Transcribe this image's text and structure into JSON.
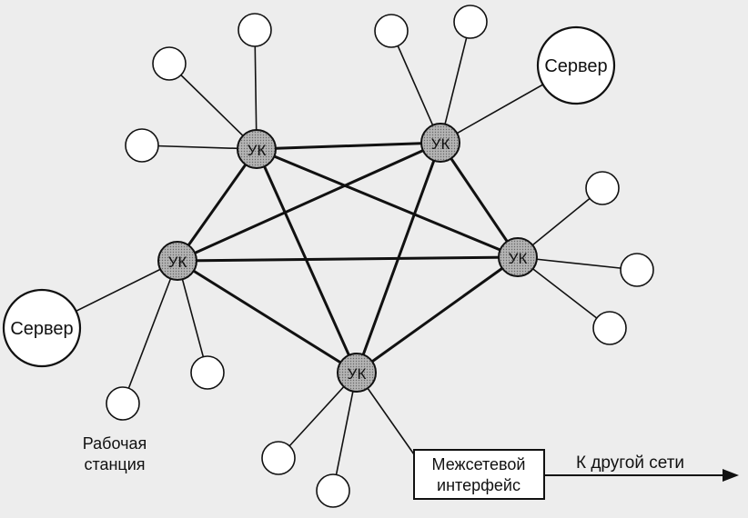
{
  "hub_label": "УК",
  "server_label": "Сервер",
  "workstation_label": [
    "Рабочая",
    "станция"
  ],
  "gateway_label": [
    "Межсетевой",
    "интерфейс"
  ],
  "arrow_label": "К другой сети",
  "colors": {
    "background": "#ededed",
    "line": "#111111",
    "hub_fill": "#a9a9a9",
    "node_fill": "#ffffff"
  }
}
